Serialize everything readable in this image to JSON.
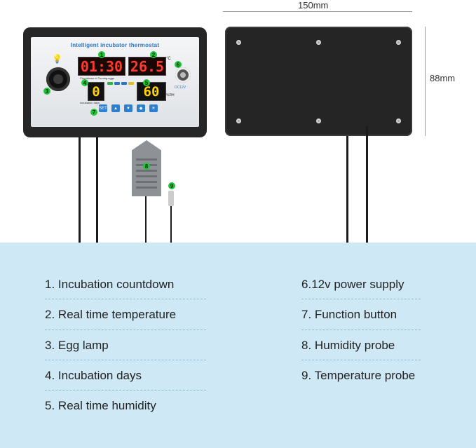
{
  "dimensions": {
    "width_label": "150mm",
    "height_label": "88mm"
  },
  "panel": {
    "title": "Intelligent incubator thermostat",
    "time_display": "01:30",
    "temp_display": "26.5",
    "temp_unit": "°C",
    "days_display": "0",
    "humidity_display": "60",
    "humidity_unit": "%RH",
    "countdown_caption": "Countdown to Turning eggs",
    "days_caption": "Incubation days",
    "dc_label": "DC12V",
    "button_set": "SET"
  },
  "badges": [
    "1",
    "2",
    "3",
    "4",
    "5",
    "6",
    "7",
    "8",
    "9"
  ],
  "legend": [
    {
      "num": "1.",
      "text": "Incubation countdown"
    },
    {
      "num": "2.",
      "text": "Real time temperature"
    },
    {
      "num": "3.",
      "text": "Egg lamp"
    },
    {
      "num": "4.",
      "text": "Incubation days"
    },
    {
      "num": "5.",
      "text": "Real time humidity"
    },
    {
      "num": "6.",
      "text": "12v power supply"
    },
    {
      "num": "7.",
      "text": "Function button"
    },
    {
      "num": "8.",
      "text": "Humidity probe"
    },
    {
      "num": "9.",
      "text": "Temperature probe"
    }
  ],
  "colors": {
    "legend_bg": "#cfe8f6",
    "lcd_red": "#ff3b2a",
    "lcd_yellow": "#ffd400",
    "accent_blue": "#2a76c8",
    "badge_green": "#22c53a"
  }
}
